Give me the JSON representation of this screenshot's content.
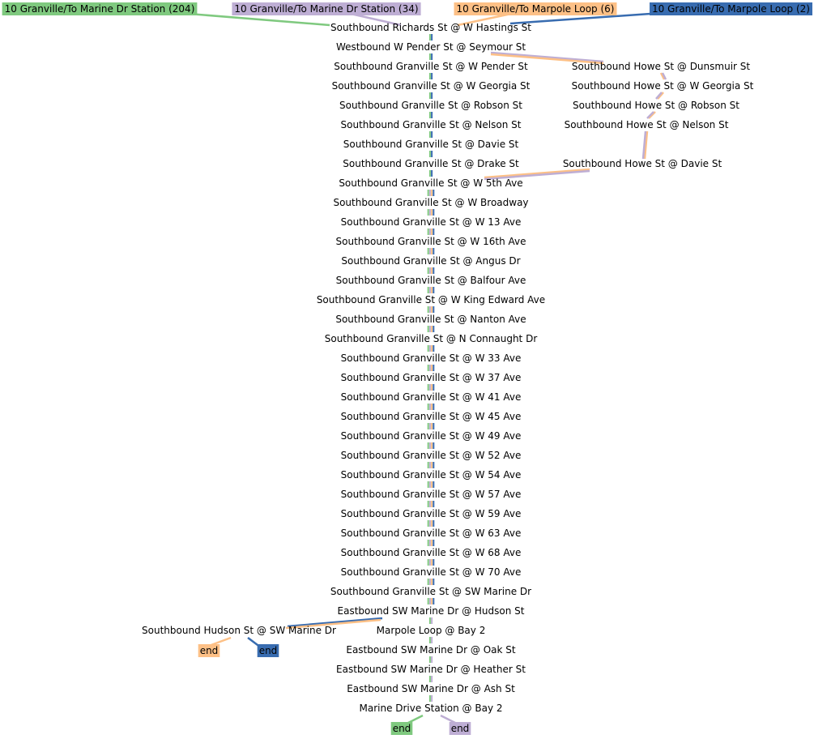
{
  "routes": [
    {
      "name": "10 Granville/To Marine Dr Station (204)",
      "color": "#7fc97f"
    },
    {
      "name": "10 Granville/To Marine Dr Station (34)",
      "color": "#beaed4"
    },
    {
      "name": "10 Granville/To Marpole Loop (6)",
      "color": "#fdc086"
    },
    {
      "name": "10 Granville/To Marpole Loop (2)",
      "color": "#386cb0"
    }
  ],
  "stops": {
    "richards_hastings": "Southbound Richards St @ W Hastings St",
    "pender_seymour": "Westbound W Pender St @ Seymour St",
    "granville_pender": "Southbound Granville St @ W Pender St",
    "granville_georgia": "Southbound Granville St @ W Georgia St",
    "granville_robson": "Southbound Granville St @ Robson St",
    "granville_nelson": "Southbound Granville St @ Nelson St",
    "granville_davie": "Southbound Granville St @ Davie St",
    "granville_drake": "Southbound Granville St @ Drake St",
    "granville_5th": "Southbound Granville St @ W 5th Ave",
    "granville_broadway": "Southbound Granville St @ W Broadway",
    "granville_13": "Southbound Granville St @ W 13 Ave",
    "granville_16th": "Southbound Granville St @ W 16th Ave",
    "granville_angus": "Southbound Granville St @ Angus Dr",
    "granville_balfour": "Southbound Granville St @ Balfour Ave",
    "granville_king_edward": "Southbound Granville St @ W King Edward Ave",
    "granville_nanton": "Southbound Granville St @ Nanton Ave",
    "granville_connaught": "Southbound Granville St @ N Connaught Dr",
    "granville_33": "Southbound Granville St @ W 33 Ave",
    "granville_37": "Southbound Granville St @ W 37 Ave",
    "granville_41": "Southbound Granville St @ W 41 Ave",
    "granville_45": "Southbound Granville St @ W 45 Ave",
    "granville_49": "Southbound Granville St @ W 49 Ave",
    "granville_52": "Southbound Granville St @ W 52 Ave",
    "granville_54": "Southbound Granville St @ W 54 Ave",
    "granville_57": "Southbound Granville St @ W 57 Ave",
    "granville_59": "Southbound Granville St @ W 59 Ave",
    "granville_63": "Southbound Granville St @ W 63 Ave",
    "granville_68": "Southbound Granville St @ W 68 Ave",
    "granville_70": "Southbound Granville St @ W 70 Ave",
    "granville_sw_marine": "Southbound Granville St @ SW Marine Dr",
    "marine_hudson": "Eastbound SW Marine Dr @ Hudson St",
    "hudson_marine": "Southbound Hudson St @ SW Marine Dr",
    "marpole_loop": "Marpole Loop @ Bay 2",
    "marine_oak": "Eastbound SW Marine Dr @ Oak St",
    "marine_heather": "Eastbound SW Marine Dr @ Heather St",
    "marine_ash": "Eastbound SW Marine Dr @ Ash St",
    "marine_station": "Marine Drive Station @ Bay 2",
    "howe_dunsmuir": "Southbound Howe St @ Dunsmuir St",
    "howe_georgia": "Southbound Howe St @ W Georgia St",
    "howe_robson": "Southbound Howe St @ Robson St",
    "howe_nelson": "Southbound Howe St @ Nelson St",
    "howe_davie": "Southbound Howe St @ Davie St"
  },
  "end_label": "end"
}
